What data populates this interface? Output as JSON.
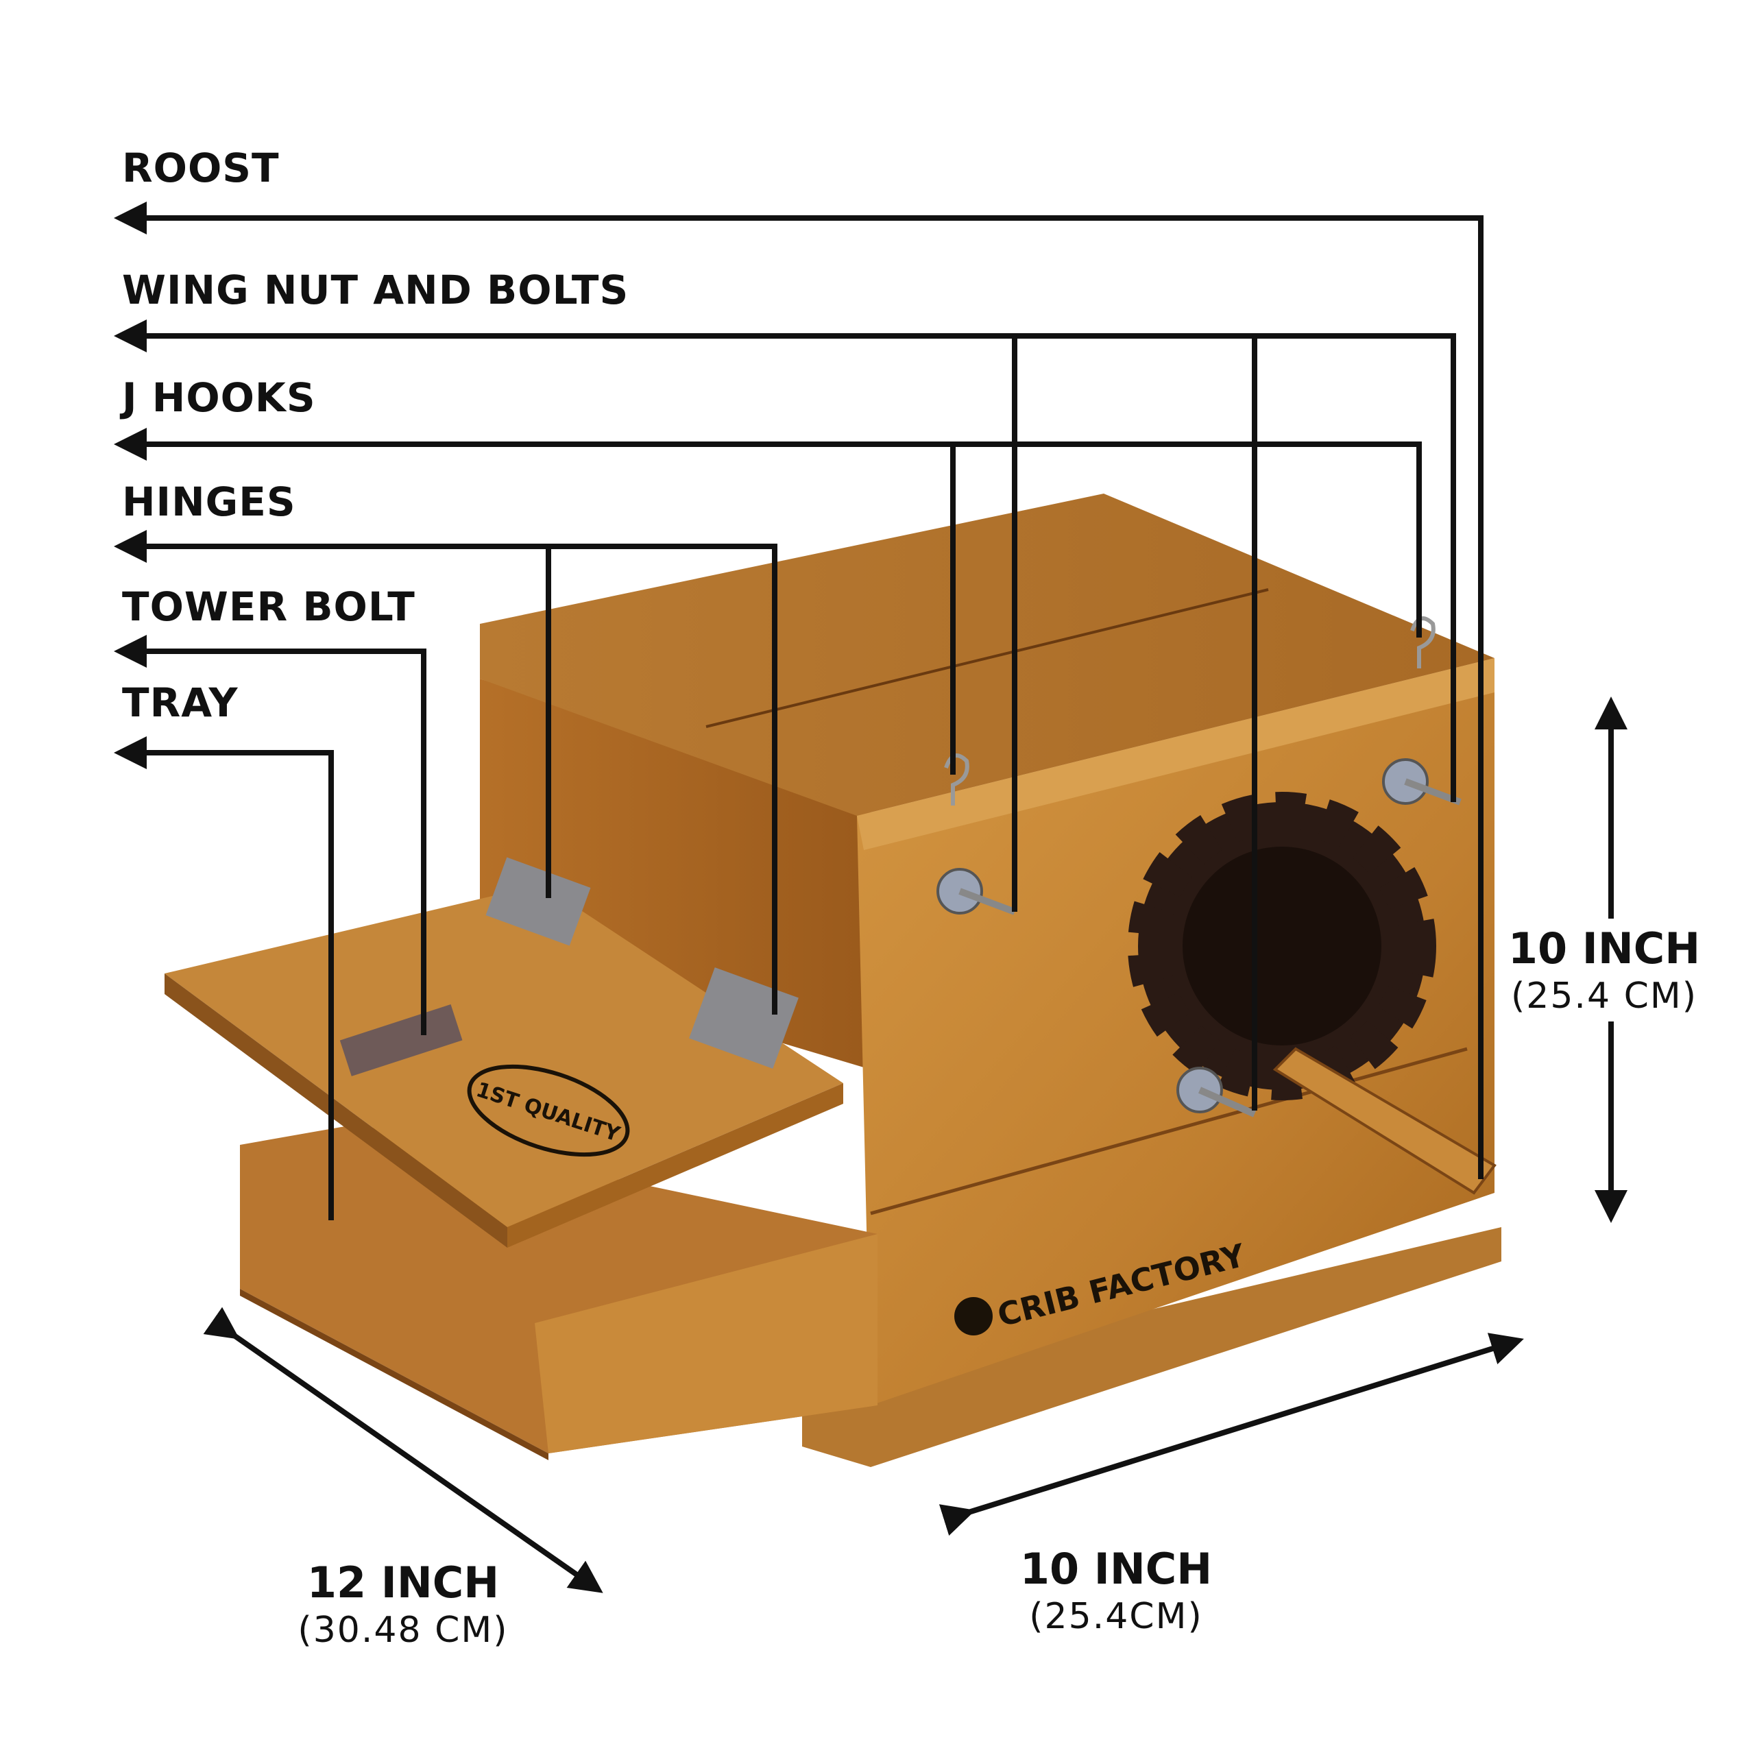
{
  "callouts": [
    {
      "label": "ROOST"
    },
    {
      "label": "WING NUT AND BOLTS"
    },
    {
      "label": "J HOOKS"
    },
    {
      "label": "HINGES"
    },
    {
      "label": "TOWER BOLT"
    },
    {
      "label": "TRAY"
    }
  ],
  "dimensions": {
    "depth": {
      "main": "12 INCH",
      "sub": "(30.48 CM)"
    },
    "width": {
      "main": "10 INCH",
      "sub": "(25.4CM)"
    },
    "height": {
      "main": "10 INCH",
      "sub": "(25.4 CM)"
    }
  },
  "product": {
    "brand": "CRIB FACTORY",
    "stamp": "1ST QUALITY"
  },
  "colors": {
    "wood_light": "#c98a3a",
    "wood_mid": "#b0702a",
    "wood_dark": "#7a4515",
    "lines": "#111111",
    "guard": "#2a1a14"
  }
}
